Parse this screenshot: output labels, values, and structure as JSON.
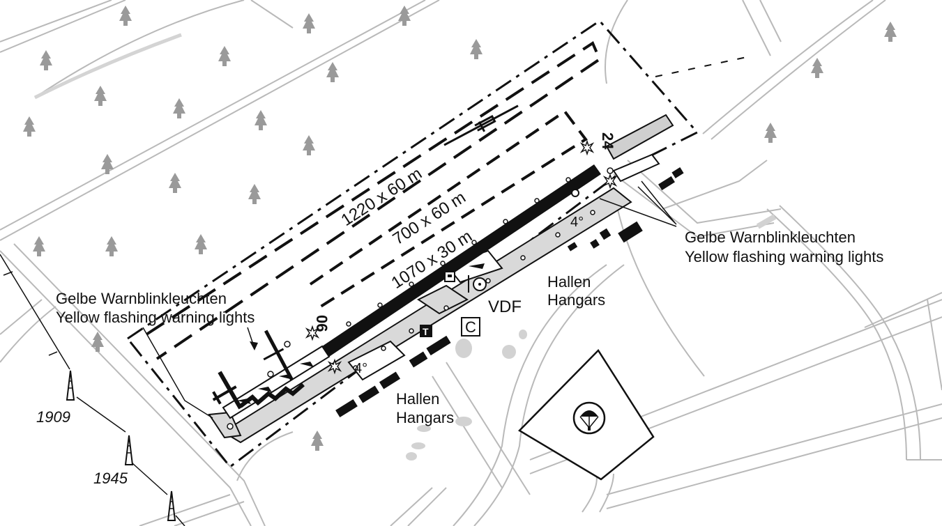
{
  "labels": {
    "area_outer": "1220 x 60 m",
    "area_mid": "700 x 60 m",
    "runway": "1070 x 30 m",
    "rwy_06": "06",
    "rwy_24": "24",
    "taxi_slope_east": "4°",
    "taxi_slope_west": "4°",
    "vdf": "VDF",
    "customs_symbol": "C",
    "tower_symbol": "T"
  },
  "warning_lights_west": {
    "de": "Gelbe Warnblinkleuchten",
    "en": "Yellow flashing warning lights"
  },
  "warning_lights_east": {
    "de": "Gelbe Warnblinkleuchten",
    "en": "Yellow flashing warning lights"
  },
  "hangars_north": {
    "de": "Hallen",
    "en": "Hangars"
  },
  "hangars_south": {
    "de": "Hallen",
    "en": "Hangars"
  },
  "elevations": {
    "mast1": "1909",
    "mast2": "1945"
  },
  "icons": {
    "glider": "glider-icon",
    "parachute": "parachute-icon",
    "wind_sock": "windsock-icon",
    "mast": "radio-mast-icon",
    "tree": "tree-icon",
    "warning_light": "warning-light-icon"
  },
  "colors": {
    "runway": "#111111",
    "taxiway": "#d9d9d9",
    "road": "#b9b9b9",
    "tree": "#9a9a9a"
  }
}
